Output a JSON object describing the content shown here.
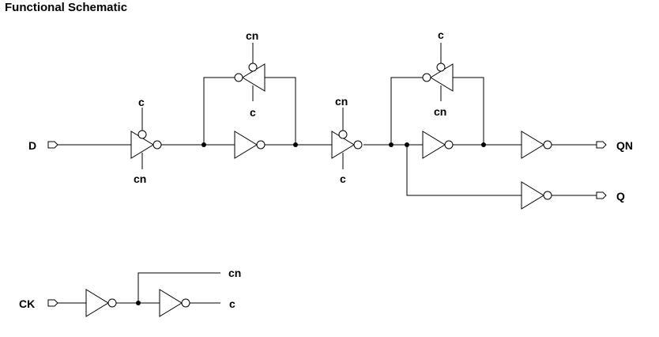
{
  "title": "Functional Schematic",
  "ports": {
    "d": "D",
    "qn": "QN",
    "q": "Q",
    "ck": "CK"
  },
  "signals": {
    "c": "c",
    "cn": "cn"
  }
}
